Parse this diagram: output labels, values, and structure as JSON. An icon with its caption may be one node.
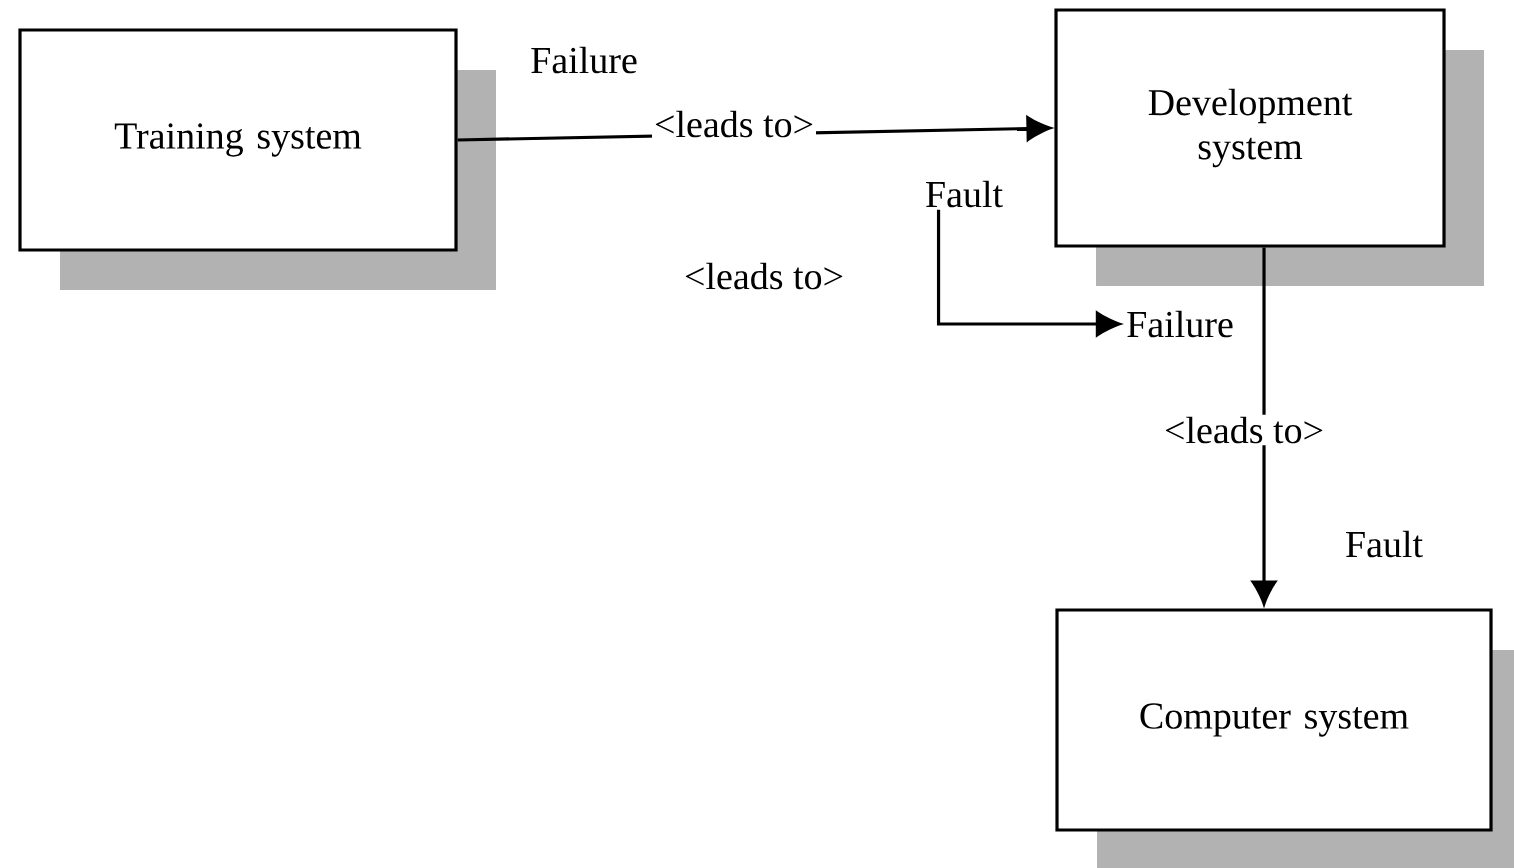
{
  "diagram": {
    "nodes": [
      {
        "text": [
          "Training system"
        ]
      },
      {
        "text": [
          "Development system"
        ]
      },
      {
        "text": [
          "Fault"
        ]
      },
      {
        "text": [
          "Failure"
        ]
      },
      {
        "text": [
          "Computer system"
        ]
      }
    ],
    "edges": [
      {
        "from": 0,
        "to": 1,
        "arrow": "to",
        "label": "<leads to>"
      },
      {
        "from": 2,
        "to": 3,
        "arrow": "to",
        "label": "<leads to>"
      },
      {
        "from": 1,
        "to": 4,
        "arrow": "to",
        "label": "<leads to>"
      }
    ],
    "labels": [
      "Failure",
      "Fault"
    ]
  }
}
